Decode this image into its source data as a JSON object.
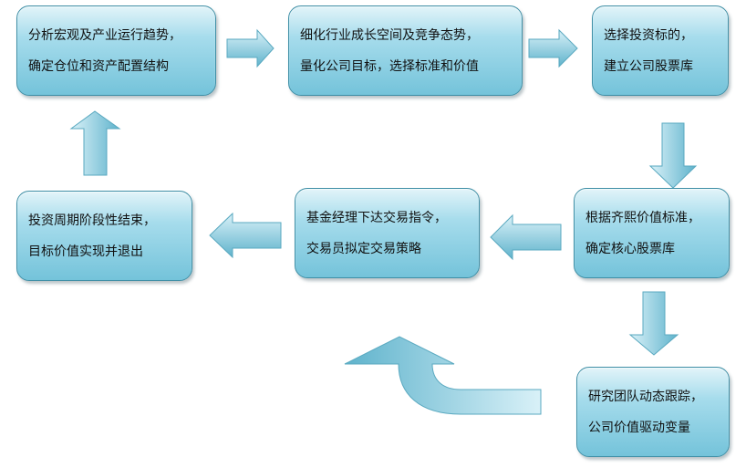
{
  "nodes": [
    {
      "id": "n1",
      "lines": [
        "分析宏观及产业运行趋势，",
        "确定仓位和资产配置结构"
      ]
    },
    {
      "id": "n2",
      "lines": [
        "细化行业成长空间及竞争态势，",
        "量化公司目标，选择标准和价值"
      ]
    },
    {
      "id": "n3",
      "lines": [
        "选择投资标的，",
        "建立公司股票库"
      ]
    },
    {
      "id": "n4",
      "lines": [
        "根据齐熙价值标准，",
        "确定核心股票库"
      ]
    },
    {
      "id": "n5",
      "lines": [
        "基金经理下达交易指令，",
        "交易员拟定交易策略"
      ]
    },
    {
      "id": "n6",
      "lines": [
        "投资周期阶段性结束，",
        "目标价值实现并退出"
      ]
    },
    {
      "id": "n7",
      "lines": [
        "研究团队动态跟踪，",
        "公司价值驱动变量"
      ]
    }
  ],
  "colors": {
    "box_top": "#e2f4f9",
    "box_bottom": "#74c3da",
    "border": "#3f8fa6",
    "arrow_light": "#d9f1f8",
    "arrow_dark": "#5fb3cc"
  }
}
